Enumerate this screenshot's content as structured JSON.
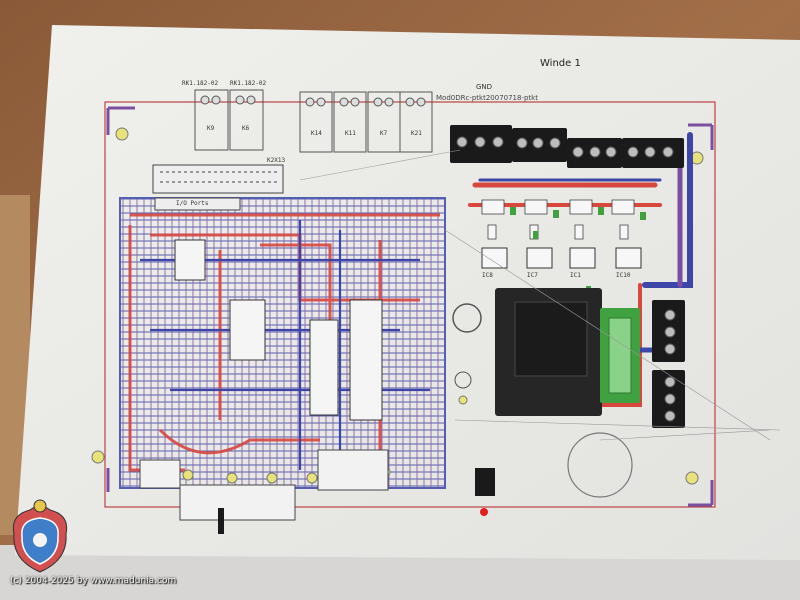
{
  "photo": {
    "sheet_title": "Winde 1",
    "gnd_label": "GND",
    "path_label": "Mod0DRc-ptkt20070718-ptkt",
    "relay_header_left": "RK1.182-02",
    "relay_header_right": "RK1.182-02",
    "relay_labels": [
      "K9",
      "K6",
      "K14",
      "K11",
      "K7",
      "K21"
    ],
    "connector_label": "K2X13",
    "header_label": "I/O Ports",
    "ic_labels": [
      "IC8",
      "IC7",
      "IC1",
      "IC10"
    ],
    "copyright": "(c) 2004-2025 by www.madunia.com"
  },
  "colors": {
    "table": "#9a6a45",
    "paper": "#f3f3f0",
    "trace_red": "#d8473e",
    "trace_blue": "#3d46a8",
    "trace_purple": "#7a4fa0",
    "pad_yellow": "#e8e27a",
    "terminal": "#1a1a1a",
    "transformer": "#262626",
    "fuse_green": "#3fa13f"
  }
}
